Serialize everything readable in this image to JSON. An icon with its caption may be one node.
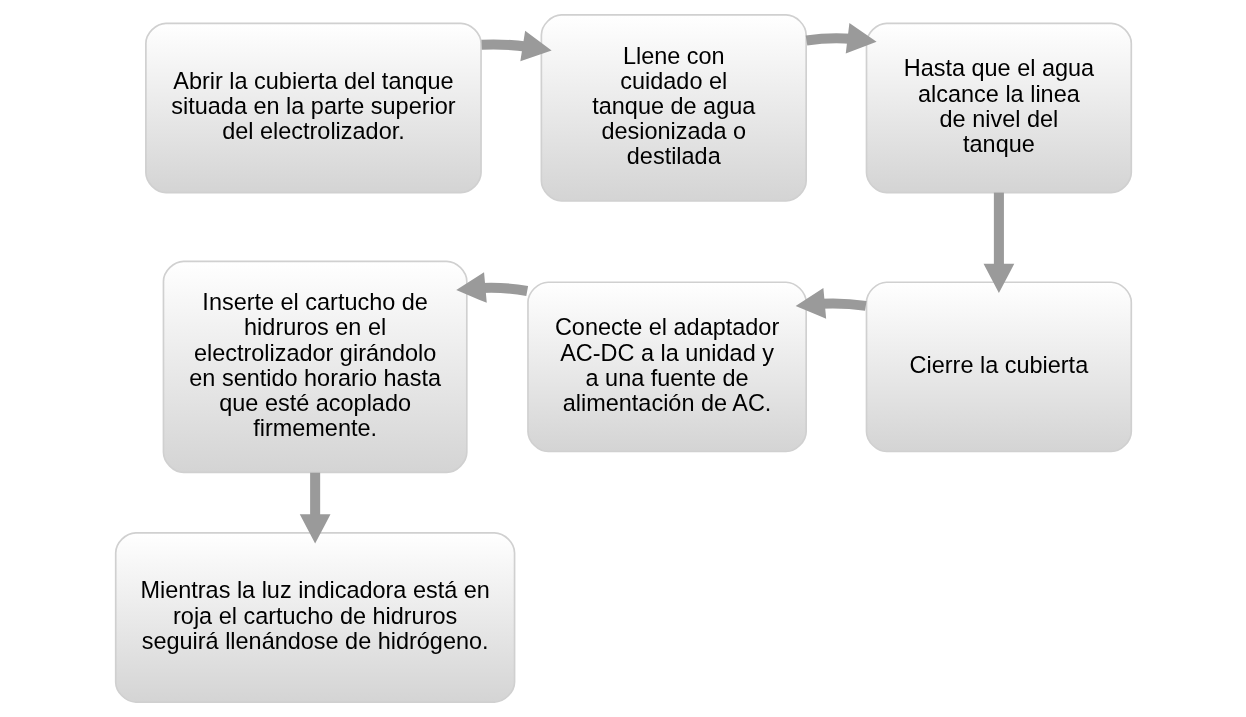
{
  "diagram": {
    "nodes": [
      {
        "text": [
          "Abrir la cubierta del tanque situada en la parte superior del electrolizador."
        ]
      },
      {
        "text": [
          "Llene con cuidado el tanque de agua desionizada o destilada"
        ]
      },
      {
        "text": [
          "Hasta que el agua alcance la linea de nivel del tanque"
        ]
      },
      {
        "text": [
          "Cierre la cubierta"
        ]
      },
      {
        "text": [
          "Conecte el adaptador AC-DC a la unidad y a una fuente de alimentación de AC."
        ]
      },
      {
        "text": [
          "Inserte el cartucho de hidruros en el electrolizador girándolo en sentido horario hasta que esté acoplado firmemente."
        ]
      },
      {
        "text": [
          "Mientras la luz indicadora está en roja el cartucho de hidruros seguirá llenándose de hidrógeno."
        ]
      }
    ],
    "edges": [
      {
        "from": 0,
        "to": 1,
        "arrow": "to"
      },
      {
        "from": 1,
        "to": 2,
        "arrow": "to"
      },
      {
        "from": 2,
        "to": 3,
        "arrow": "to"
      },
      {
        "from": 3,
        "to": 4,
        "arrow": "to"
      },
      {
        "from": 4,
        "to": 5,
        "arrow": "to"
      },
      {
        "from": 5,
        "to": 6,
        "arrow": "to"
      }
    ]
  }
}
